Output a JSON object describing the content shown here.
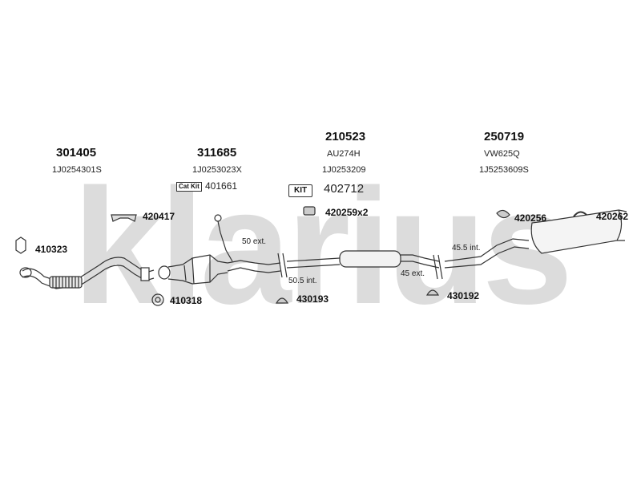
{
  "watermark": {
    "text": "klarius",
    "color": "#d9d9d9"
  },
  "parts": [
    {
      "key": "p1",
      "number": "301405",
      "oe": "1J0254301S"
    },
    {
      "key": "p2",
      "number": "311685",
      "oe": "1J0253023X"
    },
    {
      "key": "p3",
      "number": "210523",
      "ref": "AU274H",
      "oe": "1J0253209"
    },
    {
      "key": "p4",
      "number": "250719",
      "ref": "VW625Q",
      "oe": "1J5253609S"
    }
  ],
  "catkit": {
    "badge": "Cat Kit",
    "number": "401661"
  },
  "kit": {
    "badge": "KIT",
    "number": "402712"
  },
  "accessories": {
    "gasket_left": "410323",
    "bracket_left": "420417",
    "gasket_lower": "410318",
    "hanger_mid": "420259x2",
    "clamp_mid": "430193",
    "clamp_right": "430192",
    "rubber_right1": "420256",
    "rubber_right2": "420262"
  },
  "dimensions": {
    "d50ext": "50 ext.",
    "d505int": "50.5 int.",
    "d45ext": "45 ext.",
    "d455int": "45.5 int."
  }
}
